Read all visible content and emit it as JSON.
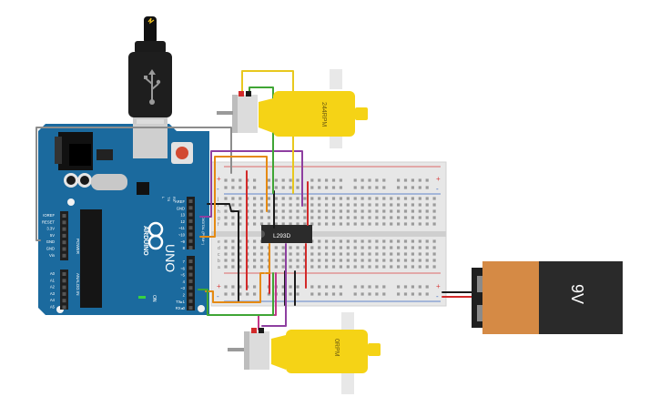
{
  "arduino": {
    "brand": "ARDUINO",
    "model": "UNO",
    "on_label": "ON",
    "digital_label": "DIGITAL (PWM~)",
    "power_label": "POWER",
    "analog_label": "ANALOG IN",
    "tx_label": "TX",
    "rx_label": "RX",
    "l_label": "L",
    "top_pins": [
      "AREF",
      "GND",
      "13",
      "12",
      "~11",
      "~10",
      "~9",
      "8"
    ],
    "mid_pins": [
      "7",
      "~6",
      "~5",
      "4",
      "~3",
      "2",
      "TX▸1",
      "RX◂0"
    ],
    "power_pins": [
      "IOREF",
      "RESET",
      "3.3V",
      "5V",
      "GND",
      "GND",
      "Vin"
    ],
    "analog_pins": [
      "A0",
      "A1",
      "A2",
      "A3",
      "A4",
      "A5"
    ]
  },
  "breadboard": {
    "row_letters_top": [
      "j",
      "i",
      "h",
      "g",
      "f"
    ],
    "row_letters_bottom": [
      "e",
      "d",
      "c",
      "b",
      "a"
    ],
    "plus_sign": "+",
    "minus_sign": "-"
  },
  "chip": {
    "label": "L293D"
  },
  "motors": [
    {
      "label": "244RPM"
    },
    {
      "label": "0RPM"
    }
  ],
  "battery": {
    "label": "9V"
  },
  "colors": {
    "board_blue": "#1b6a9e",
    "breadboard": "#e7e7e7",
    "motor_yellow": "#f5d316",
    "battery_orange": "#d58a45",
    "battery_black": "#2a2a2a",
    "wire_green": "#3fa535",
    "wire_orange": "#e58a12",
    "wire_purple": "#8e3fa0",
    "wire_red": "#d22a2a",
    "wire_yellow": "#e8c81e",
    "wire_gray": "#8c8c8c",
    "wire_black": "#1a1a1a",
    "wire_pink": "#c2378a"
  }
}
